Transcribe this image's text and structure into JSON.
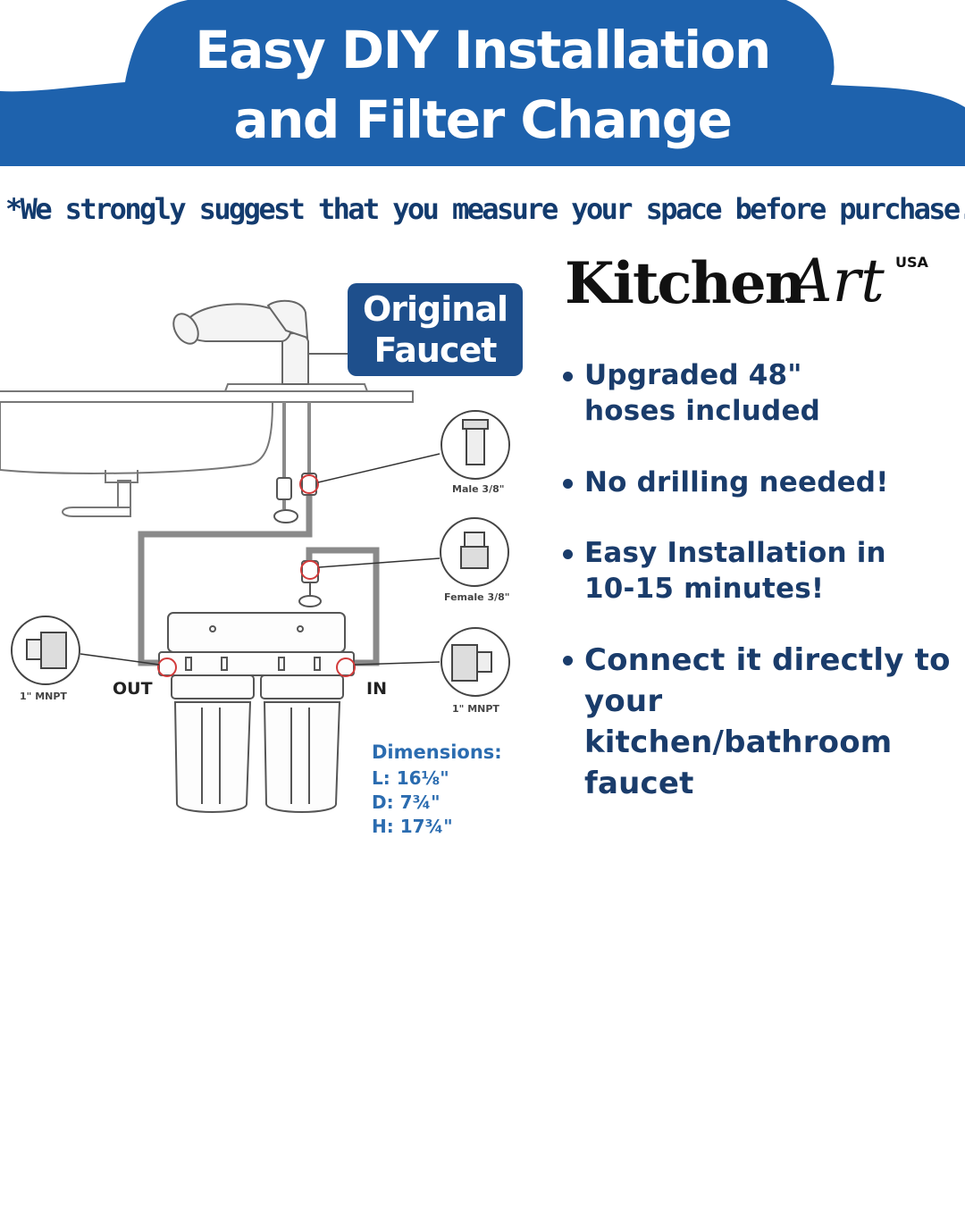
{
  "header": {
    "line1": "Easy DIY Installation",
    "line2": "and Filter Change",
    "bg_color": "#1e62ad"
  },
  "note": "*We strongly suggest that you measure your space before purchase.",
  "diagram": {
    "faucet_label_line1": "Original",
    "faucet_label_line2": "Faucet",
    "connectors": {
      "male": "Male 3/8\"",
      "female": "Female 3/8\"",
      "mnpt_left": "1\" MNPT",
      "mnpt_right": "1\" MNPT"
    },
    "out_label": "OUT",
    "in_label": "IN",
    "dimensions": {
      "title": "Dimensions:",
      "length": "L: 16⅛\"",
      "depth": "D: 7¾\"",
      "height": "H: 17¾\""
    }
  },
  "brand": {
    "word": "Kitchen",
    "script": "Art",
    "suffix": "USA"
  },
  "features": [
    {
      "line1": "Upgraded 48\"",
      "line2": "hoses included"
    },
    {
      "line1": "No drilling needed!",
      "line2": ""
    },
    {
      "line1": "Easy Installation in",
      "line2": "10-15 minutes!"
    },
    {
      "line1": "Connect it directly to",
      "line2": "your kitchen/bathroom",
      "line3": "faucet"
    }
  ],
  "colors": {
    "accent": "#1e4f8c",
    "text_dark_blue": "#1a3c6b",
    "dimension_blue": "#2b6cb0",
    "pipe_gray": "#8a8a8a",
    "marker_red": "#d23b3b"
  }
}
